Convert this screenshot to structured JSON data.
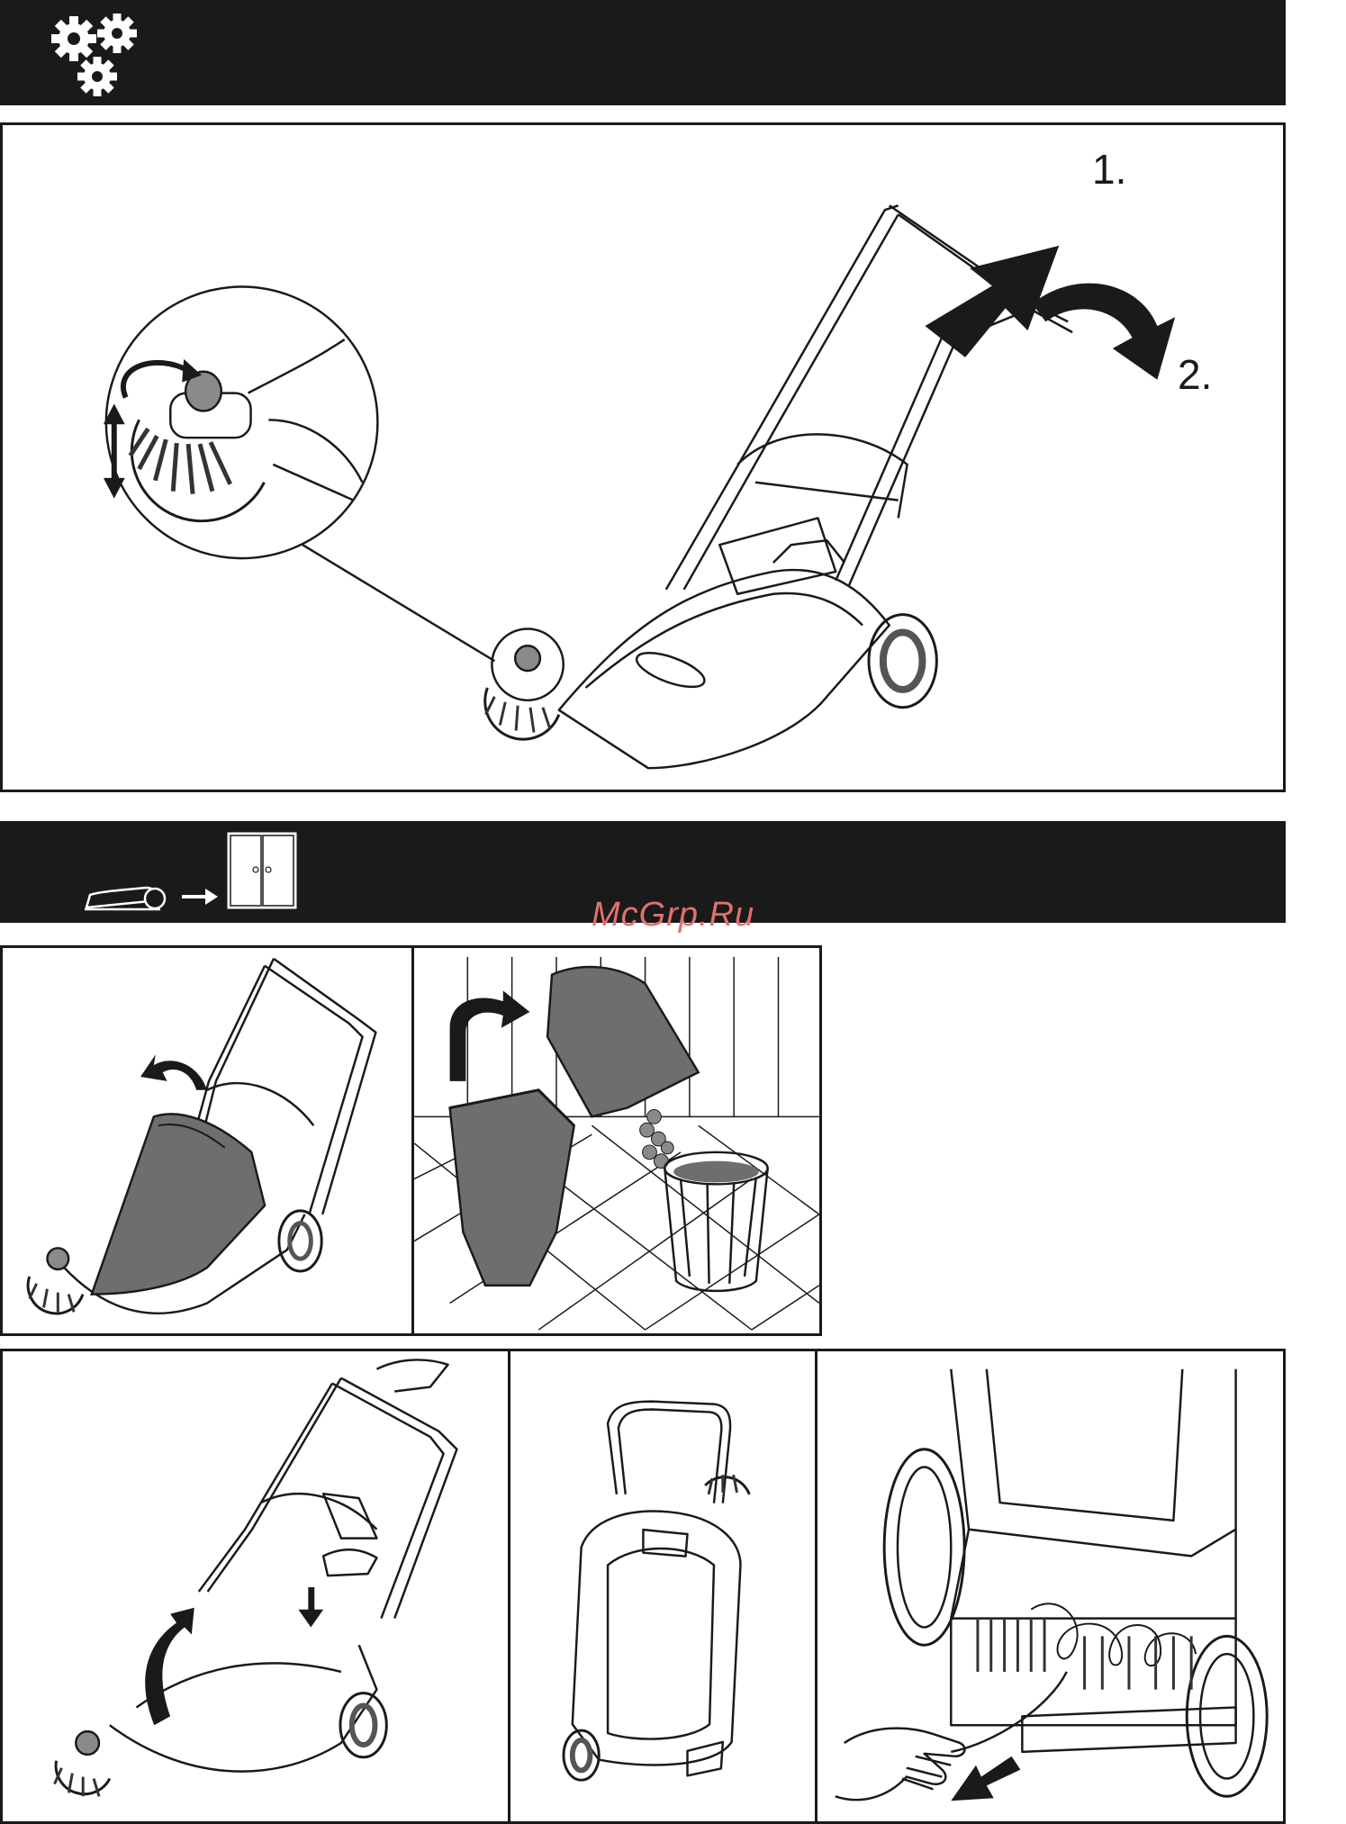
{
  "header_top": {
    "icon": "gears-icon"
  },
  "panel_main": {
    "step1": "1.",
    "step2": "2."
  },
  "header_storage": {
    "icons": [
      "sweeper-icon",
      "arrow-right-icon",
      "cabinet-icon"
    ]
  },
  "watermark": "McGrp.Ru",
  "colors": {
    "bar": "#1a1a1a",
    "line": "#1a1a1a",
    "gray": "#6e6e6e",
    "background": "#ffffff",
    "watermark": "#e07070"
  }
}
